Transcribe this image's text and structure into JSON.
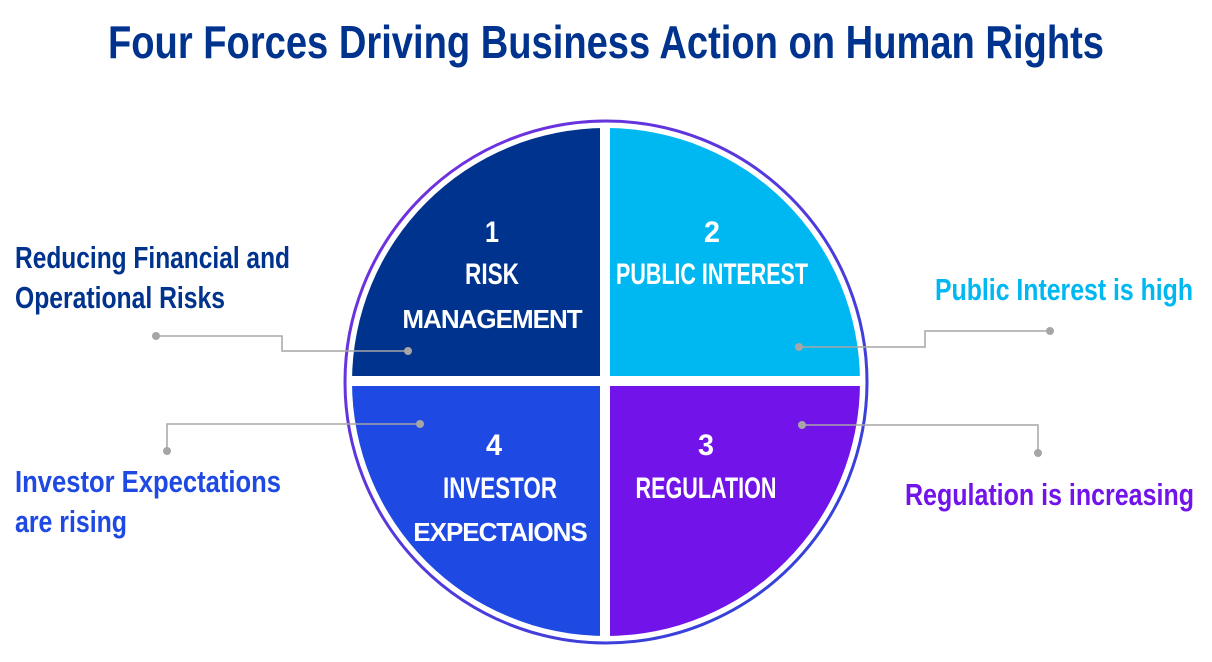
{
  "title": "Four Forces Driving Business Action on Human Rights",
  "colors": {
    "title": "#00338d",
    "risk_management": "#00338d",
    "public_interest": "#00b8f1",
    "regulation": "#7213ea",
    "investor_expectations": "#1e49e2",
    "connector": "#a6a6a6"
  },
  "quadrants": [
    {
      "number": "1",
      "lines": [
        "RISK",
        "MANAGEMENT"
      ]
    },
    {
      "number": "2",
      "lines": [
        "PUBLIC INTEREST"
      ]
    },
    {
      "number": "3",
      "lines": [
        "REGULATION"
      ]
    },
    {
      "number": "4",
      "lines": [
        "INVESTOR",
        "EXPECTAIONS"
      ]
    }
  ],
  "callouts": {
    "risk": [
      "Reducing Financial and",
      "Operational Risks"
    ],
    "public": [
      "Public Interest is high"
    ],
    "regulation": [
      "Regulation is increasing"
    ],
    "investor": [
      "Investor Expectations",
      "are rising"
    ]
  }
}
